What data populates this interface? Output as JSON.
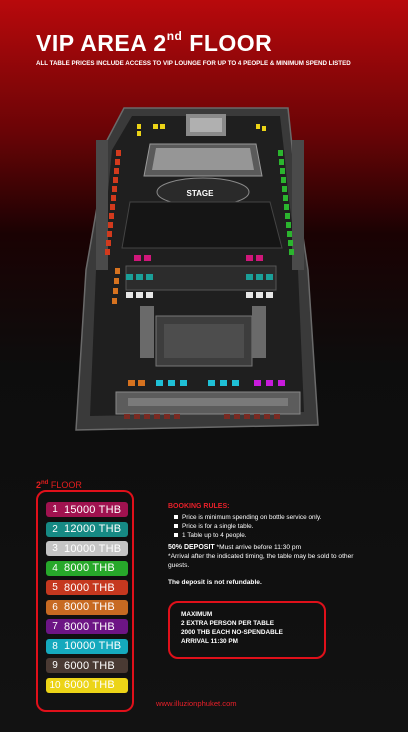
{
  "header": {
    "title_main": "VIP AREA 2",
    "title_sup": "nd",
    "title_end": " FLOOR",
    "subtitle": "ALL TABLE PRICES INCLUDE ACCESS TO VIP LOUNGE FOR UP TO 4 PEOPLE & MINIMUM SPEND LISTED"
  },
  "map": {
    "stage_label": "STAGE"
  },
  "floor": {
    "label_num": "2",
    "label_sup": "nd",
    "label_rest": " FLOOR"
  },
  "prices": [
    {
      "num": "1",
      "amount": "15000 THB",
      "color": "#a0124f"
    },
    {
      "num": "2",
      "amount": "12000 THB",
      "color": "#168a84"
    },
    {
      "num": "3",
      "amount": "10000 THB",
      "color": "#c4c4c4"
    },
    {
      "num": "4",
      "amount": "8000 THB",
      "color": "#27a82a"
    },
    {
      "num": "5",
      "amount": "8000 THB",
      "color": "#c5381f"
    },
    {
      "num": "6",
      "amount": "8000 THB",
      "color": "#c76a22"
    },
    {
      "num": "7",
      "amount": "8000 THB",
      "color": "#6d1585"
    },
    {
      "num": "8",
      "amount": "10000 THB",
      "color": "#15a9bd"
    },
    {
      "num": "9",
      "amount": "6000 THB",
      "color": "#4a3a33"
    },
    {
      "num": "10",
      "amount": "6000 THB",
      "color": "#ecd417"
    }
  ],
  "rules": {
    "title": "BOOKING RULES:",
    "items": [
      "Price is minimum spending on bottle service only.",
      "Price is  for a single table.",
      "1 Table up to 4 people."
    ],
    "deposit_bold": "50% DEPOSIT",
    "deposit_text": " *Must arrive before 11:30 pm",
    "arrival_note": "*Arrival after the indicated timing, the table may be sold to other guests.",
    "refund": "The deposit is not refundable."
  },
  "maximum": {
    "lines": [
      "MAXIMUM",
      "2 EXTRA PERSON PER TABLE",
      "2000 THB EACH NO-SPENDABLE",
      "ARRIVAL 11:30 PM"
    ]
  },
  "footer": {
    "website": "www.illuzionphuket.com"
  }
}
